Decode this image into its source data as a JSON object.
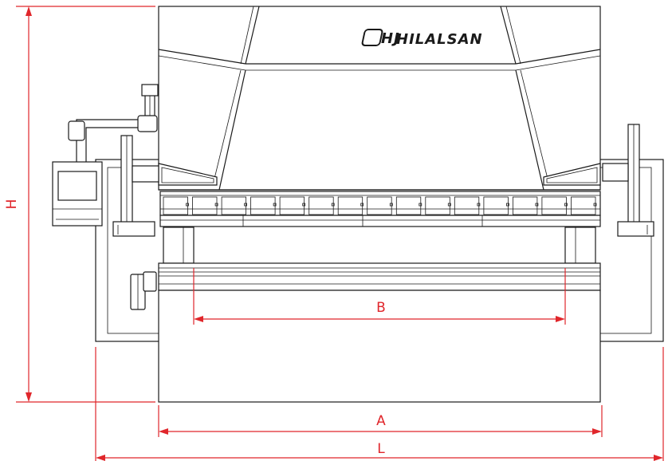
{
  "brand": {
    "logo_text": "HILALSAN",
    "logo_mark": "HJ"
  },
  "dimensions": {
    "height_label": "H",
    "overall_length_label": "L",
    "table_length_label": "A",
    "distance_between_columns_label": "B"
  },
  "colors": {
    "drawing_line": "#1a1a1a",
    "dimension_line": "#e0262b",
    "background": "#ffffff"
  }
}
